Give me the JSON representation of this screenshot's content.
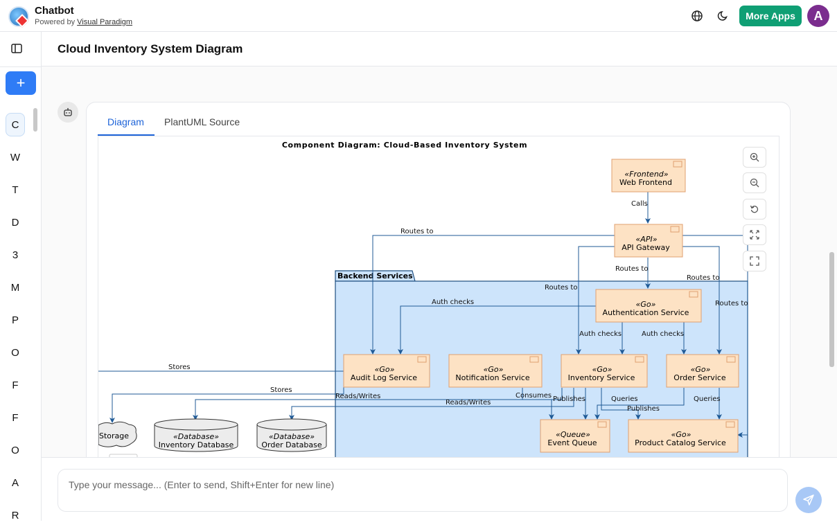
{
  "app": {
    "title": "Chatbot",
    "powered_prefix": "Powered by ",
    "powered_link": "Visual Paradigm"
  },
  "topbar": {
    "more_apps": "More Apps",
    "avatar_letter": "A"
  },
  "sidebar": {
    "new_label": "+",
    "items": [
      "C",
      "W",
      "T",
      "D",
      "3",
      "M",
      "P",
      "O",
      "F",
      "F",
      "O",
      "A",
      "R"
    ]
  },
  "page": {
    "title": "Cloud Inventory System Diagram"
  },
  "tabs": {
    "diagram": "Diagram",
    "source": "PlantUML Source"
  },
  "composer": {
    "placeholder": "Type your message... (Enter to send, Shift+Enter for new line)"
  },
  "diagram": {
    "title": "Component Diagram: Cloud-Based Inventory System",
    "package": "Backend Services",
    "components": {
      "web_frontend": {
        "stereotype": "«Frontend»",
        "name": "Web Frontend"
      },
      "api_gateway": {
        "stereotype": "«API»",
        "name": "API Gateway"
      },
      "auth_service": {
        "stereotype": "«Go»",
        "name": "Authentication Service"
      },
      "audit_log": {
        "stereotype": "«Go»",
        "name": "Audit Log Service"
      },
      "notification": {
        "stereotype": "«Go»",
        "name": "Notification Service"
      },
      "inventory": {
        "stereotype": "«Go»",
        "name": "Inventory Service"
      },
      "order": {
        "stereotype": "«Go»",
        "name": "Order Service"
      },
      "event_queue": {
        "stereotype": "«Queue»",
        "name": "Event Queue"
      },
      "product_catalog": {
        "stereotype": "«Go»",
        "name": "Product Catalog Service"
      },
      "inventory_db": {
        "stereotype": "«Database»",
        "name": "Inventory Database"
      },
      "order_db": {
        "stereotype": "«Database»",
        "name": "Order Database"
      },
      "storage": {
        "name": "Storage"
      }
    },
    "labels": {
      "calls": "Calls",
      "routes_to_1": "Routes to",
      "routes_to_2": "Routes to",
      "routes_to_3": "Routes to",
      "routes_to_4": "Routes to",
      "routes_to_5": "Routes to",
      "auth_checks_1": "Auth checks",
      "auth_checks_2": "Auth checks",
      "auth_checks_3": "Auth checks",
      "stores_1": "Stores",
      "stores_2": "Stores",
      "reads_writes_1": "Reads/Writes",
      "reads_writes_2": "Reads/Writes",
      "consumes": "Consumes",
      "publishes_1": "Publishes",
      "publishes_2": "Publishes",
      "queries_1": "Queries",
      "queries_2": "Queries"
    }
  }
}
